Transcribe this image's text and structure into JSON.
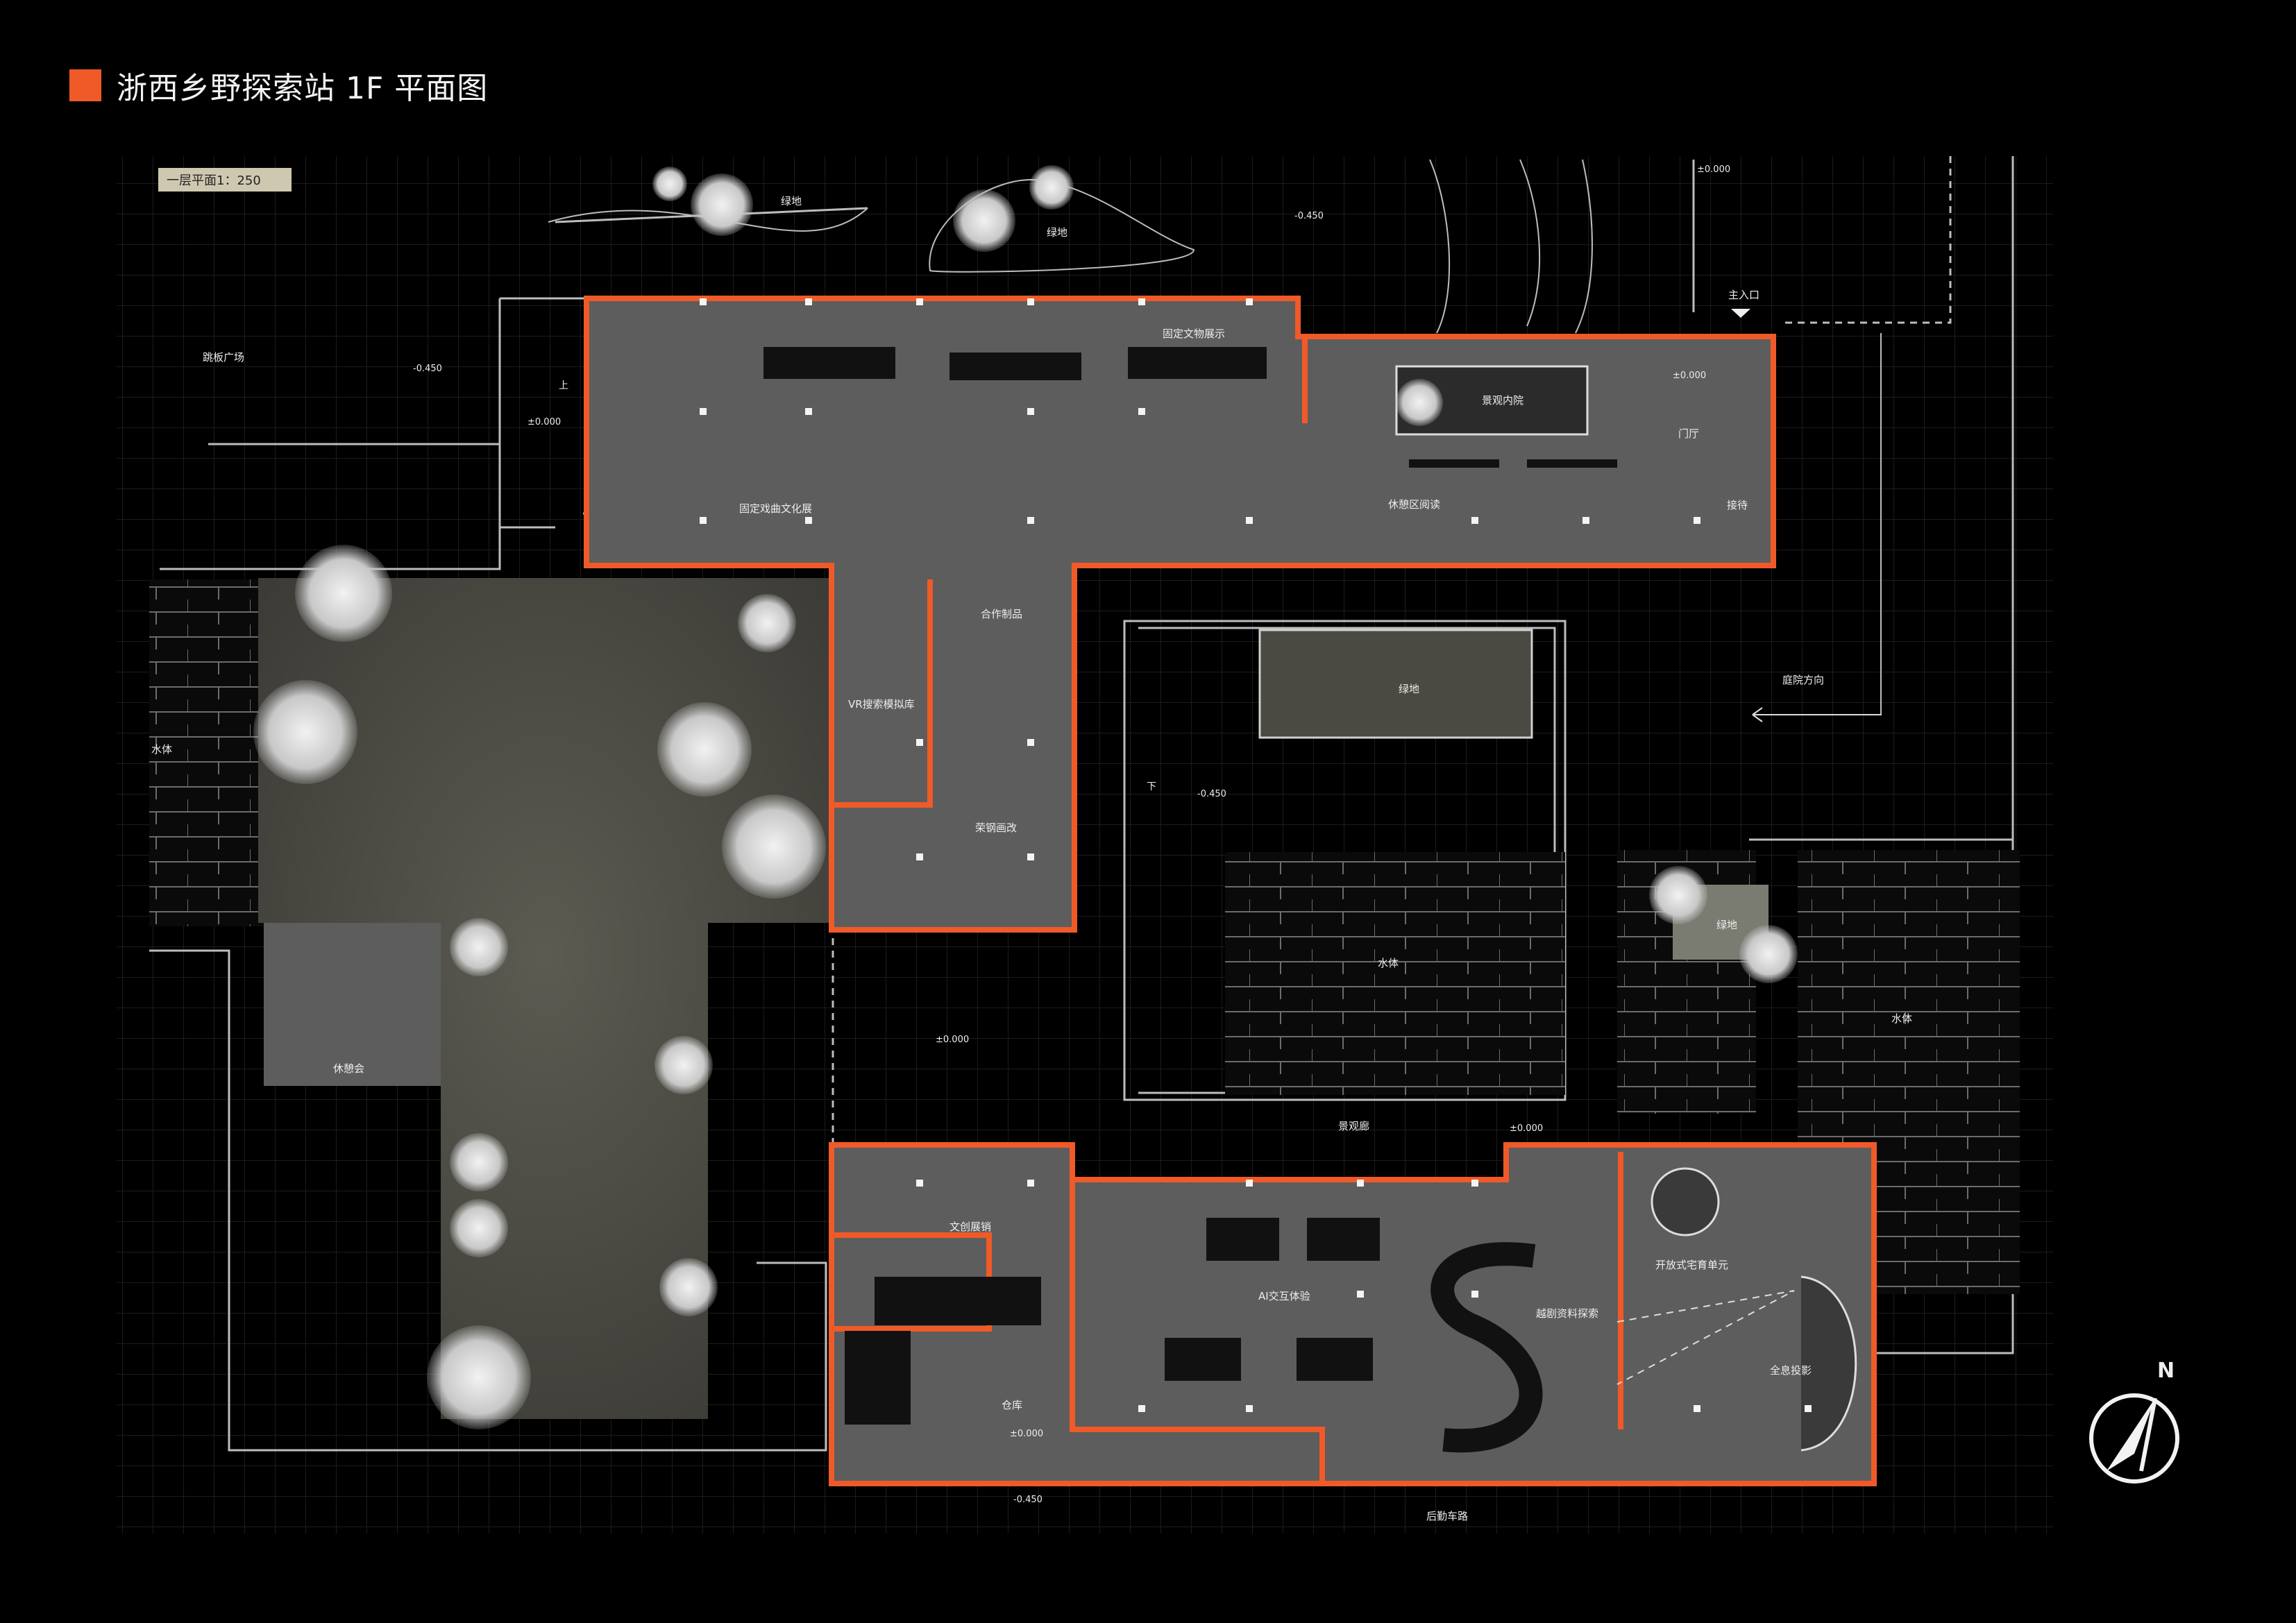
{
  "header": {
    "title": "浙西乡野探索站 1F 平面图",
    "accent_color": "#f05a28"
  },
  "plan": {
    "scale_tag": "一层平面1：250",
    "north_label": "N",
    "areas": {
      "greenland_1": "绿地",
      "greenland_2": "绿地",
      "plaza": "跳板广场",
      "water_left": "水体",
      "fixed_exhibit": "固定文物展示",
      "courtyard": "景观内院",
      "lobby": "门厅",
      "reception": "接待",
      "heritage_hall": "固定戏曲文化展",
      "reading": "休憩区阅读",
      "workshop": "合作制品",
      "vr_room": "VR搜索模拟库",
      "lecture": "荣钢画改",
      "pavilion_green": "绿地",
      "water_center": "水体",
      "courtyard_dir": "庭院方向",
      "east_green": "绿地",
      "water_right": "水体",
      "tea": "休憩会",
      "arcade": "景观廊",
      "shop": "文创展销",
      "ai_room": "AI交互体验",
      "archive": "越剧资料探索",
      "edu_unit": "开放式宅育单元",
      "panorama": "全息投影",
      "storage": "仓库",
      "rear_road": "后勤车路",
      "main_entry": "主入口"
    },
    "levels": {
      "l1": "±0.000",
      "l2": "-0.450",
      "l3": "-0.450",
      "l4": "±0.000",
      "l5": "±0.000",
      "l6": "-0.450",
      "l7": "±0.000",
      "l8": "±0.000",
      "l9": "±0.000",
      "l10": "-0.450"
    },
    "markers": {
      "up_1": "上",
      "down_1": "下"
    }
  }
}
